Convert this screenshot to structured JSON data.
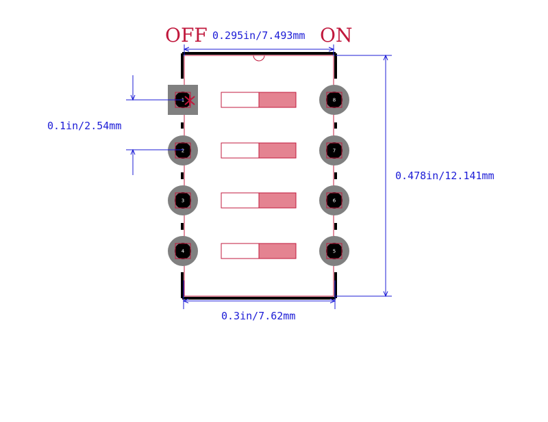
{
  "labels": {
    "off": "OFF",
    "on": "ON",
    "top_width": "0.295in/7.493mm",
    "pitch": "0.1in/2.54mm",
    "height": "0.478in/12.141mm",
    "bottom_width": "0.3in/7.62mm"
  },
  "pins": {
    "left": [
      "1",
      "2",
      "3",
      "4"
    ],
    "right": [
      "8",
      "7",
      "6",
      "5"
    ]
  },
  "switch_count": 4,
  "colors": {
    "outline": "#c0183c",
    "dimension": "#1b1bd6",
    "pad": "#808080",
    "hole": "#000000",
    "switch_fill": "#e48391",
    "silkscreen": "#000000"
  }
}
